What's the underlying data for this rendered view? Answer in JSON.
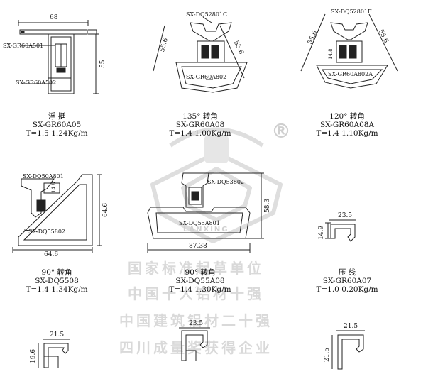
{
  "watermark": {
    "registered": "®",
    "logo_text": "LANXING",
    "lines": [
      "国家标准起草单位",
      "中国十大铝材十强",
      "中国建筑铝材二十强",
      "四川成量奖获得企业"
    ]
  },
  "profiles": [
    {
      "id": "p1",
      "caption": "浮 挺",
      "model": "SX-GR60A05",
      "spec": "T=1.5 1.24Kg/m",
      "parts": [
        "SX-GR60A501",
        "SX-GR60A502"
      ],
      "dims": [
        "68",
        "55"
      ]
    },
    {
      "id": "p2",
      "caption": "135° 转角",
      "model": "SX-GR60A08",
      "spec": "T=1.4 1.00Kg/m",
      "parts": [
        "SX-DQ52801C",
        "SX-GR60A802"
      ],
      "dims": [
        "55.6",
        "55.6"
      ]
    },
    {
      "id": "p3",
      "caption": "120° 转角",
      "model": "SX-GR60A08A",
      "spec": "T=1.4 1.10Kg/m",
      "parts": [
        "SX-DQ52801F",
        "SX-GR60A802A"
      ],
      "dims": [
        "55.6",
        "55.6",
        "14.8"
      ]
    },
    {
      "id": "p4",
      "caption": "90° 转角",
      "model": "SX-DQ5508",
      "spec": "T=1.4 1.34Kg/m",
      "parts": [
        "SX-DQ50A801",
        "SX-DQ55802"
      ],
      "dims": [
        "64.6",
        "64.6",
        "14.8"
      ]
    },
    {
      "id": "p5",
      "caption": "90° 转角",
      "model": "SX-DQ55A08",
      "spec": "T=1.4 1.30Kg/m",
      "parts": [
        "SX-DQ53802",
        "SX-DQ55A801"
      ],
      "dims": [
        "58.3",
        "87.38"
      ]
    },
    {
      "id": "p6",
      "caption": "压 线",
      "model": "SX-GR60A07",
      "spec": "T=1.0 0.20Kg/m",
      "parts": [],
      "dims": [
        "23.5",
        "14.9"
      ]
    },
    {
      "id": "p7",
      "dims": [
        "21.5",
        "19.6"
      ]
    },
    {
      "id": "p8",
      "dims": [
        "23.5"
      ]
    },
    {
      "id": "p9",
      "dims": [
        "21.5",
        "21.5"
      ]
    }
  ]
}
